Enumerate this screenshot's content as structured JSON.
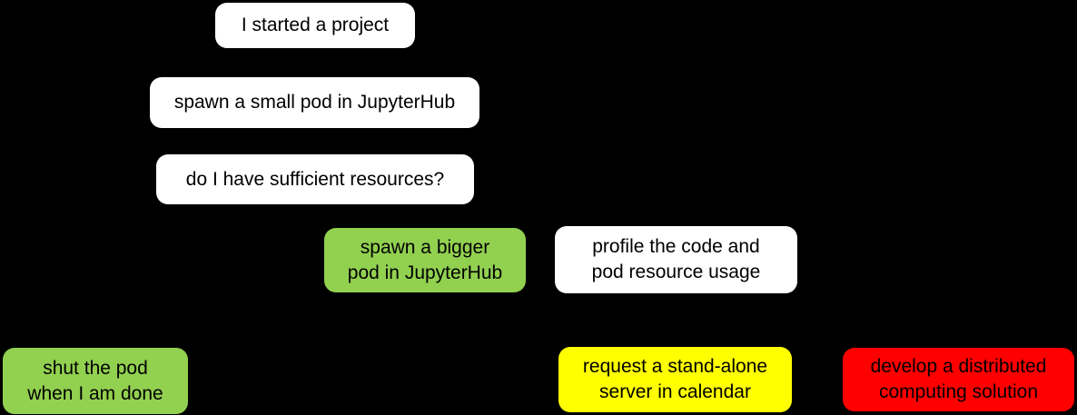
{
  "diagram": {
    "background_color": "#000000",
    "node_text_color": "#000000",
    "status_colors": {
      "neutral": "#FFFFFF",
      "ok": "#92D050",
      "warning": "#FFFF00",
      "danger": "#FF0000"
    },
    "nodes": [
      {
        "id": "start-project",
        "label": "I started a project",
        "color": "#FFFFFF"
      },
      {
        "id": "spawn-small-pod",
        "label": "spawn a small pod in JupyterHub",
        "color": "#FFFFFF"
      },
      {
        "id": "sufficient-resources",
        "label": "do I have sufficient resources?",
        "color": "#FFFFFF"
      },
      {
        "id": "spawn-bigger-pod",
        "label": "spawn a bigger\npod in JupyterHub",
        "color": "#92D050"
      },
      {
        "id": "profile-code",
        "label": "profile the code and\npod resource usage",
        "color": "#FFFFFF"
      },
      {
        "id": "shut-pod",
        "label": "shut the pod\nwhen I am done",
        "color": "#92D050"
      },
      {
        "id": "request-server",
        "label": "request a stand-alone\nserver in calendar",
        "color": "#FFFF00"
      },
      {
        "id": "distributed-solution",
        "label": "develop a distributed\ncomputing solution",
        "color": "#FF0000"
      }
    ]
  }
}
